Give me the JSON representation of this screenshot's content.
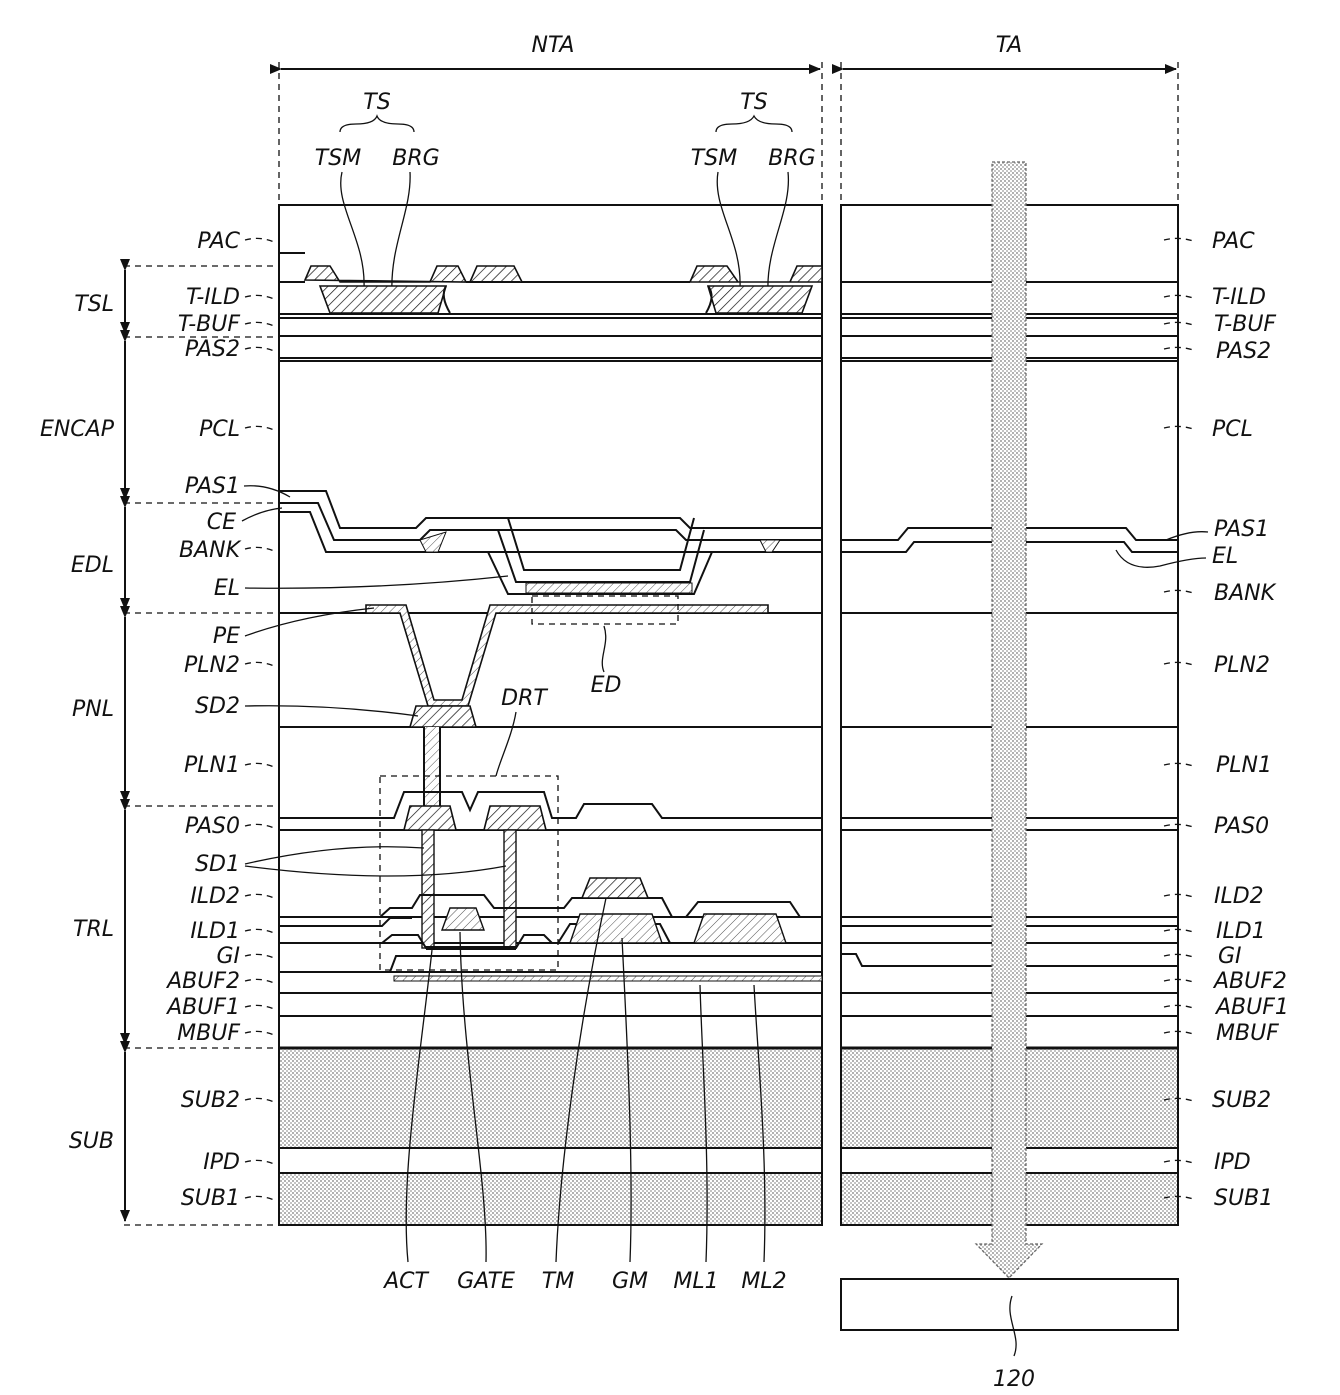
{
  "header": {
    "nta": "NTA",
    "ta": "TA"
  },
  "touch": {
    "ts_left": "TS",
    "tsm_left": "TSM",
    "brg_left": "BRG",
    "ts_right": "TS",
    "tsm_right": "TSM",
    "brg_right": "BRG"
  },
  "groups": {
    "tsl": "TSL",
    "encap": "ENCAP",
    "edl": "EDL",
    "pnl": "PNL",
    "trl": "TRL",
    "sub": "SUB"
  },
  "left_labels": {
    "pac": "PAC",
    "t_ild": "T-ILD",
    "t_buf": "T-BUF",
    "pas2": "PAS2",
    "pcl": "PCL",
    "pas1": "PAS1",
    "ce": "CE",
    "bank": "BANK",
    "el": "EL",
    "pe": "PE",
    "pln2": "PLN2",
    "sd2": "SD2",
    "pln1": "PLN1",
    "pas0": "PAS0",
    "sd1": "SD1",
    "ild2": "ILD2",
    "ild1": "ILD1",
    "gi": "GI",
    "abuf2": "ABUF2",
    "abuf1": "ABUF1",
    "mbuf": "MBUF",
    "sub2": "SUB2",
    "ipd": "IPD",
    "sub1": "SUB1"
  },
  "right_labels": {
    "pac": "PAC",
    "t_ild": "T-ILD",
    "t_buf": "T-BUF",
    "pas2": "PAS2",
    "pcl": "PCL",
    "pas1": "PAS1",
    "el": "EL",
    "bank": "BANK",
    "pln2": "PLN2",
    "pln1": "PLN1",
    "pas0": "PAS0",
    "ild2": "ILD2",
    "ild1": "ILD1",
    "gi": "GI",
    "abuf2": "ABUF2",
    "abuf1": "ABUF1",
    "mbuf": "MBUF",
    "sub2": "SUB2",
    "ipd": "IPD",
    "sub1": "SUB1"
  },
  "bottom_labels": {
    "act": "ACT",
    "gate": "GATE",
    "tm": "TM",
    "gm": "GM",
    "ml1": "ML1",
    "ml2": "ML2",
    "ref_120": "120"
  },
  "callouts": {
    "drt": "DRT",
    "ed": "ED"
  }
}
